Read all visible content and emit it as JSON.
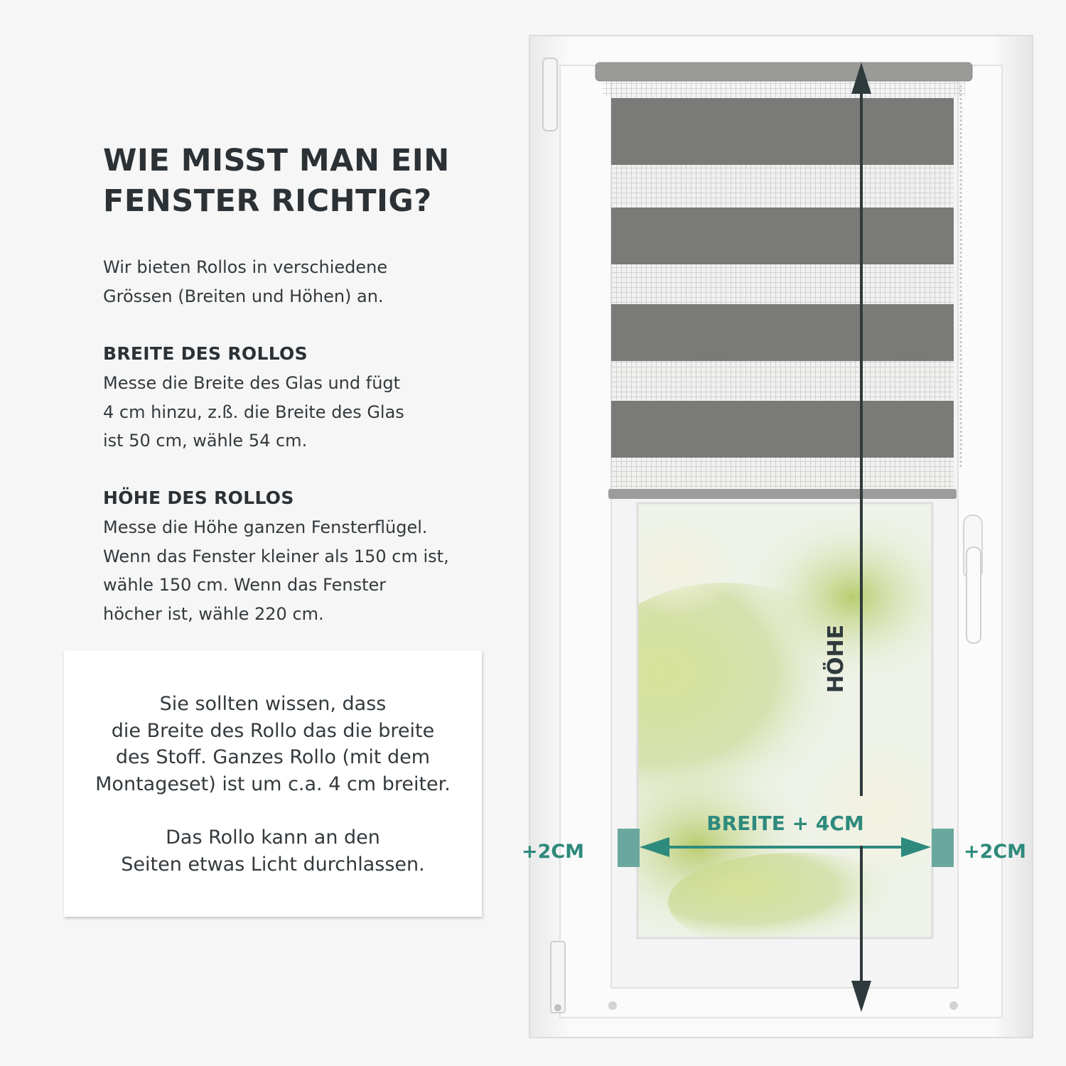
{
  "title": {
    "line1": "WIE MISST MAN EIN",
    "line2": "FENSTER RICHTIG?"
  },
  "intro": {
    "line1": "Wir bieten Rollos in verschiedene",
    "line2": "Grössen (Breiten und Höhen) an."
  },
  "width_section": {
    "heading": "BREITE DES ROLLOS",
    "line1": "Messe die Breite des Glas und fügt",
    "line2": "4 cm hinzu, z.ß. die Breite des Glas",
    "line3": "ist 50 cm, wähle 54 cm."
  },
  "height_section": {
    "heading": "HÖHE DES ROLLOS",
    "line1": "Messe die Höhe ganzen Fensterflügel.",
    "line2": "Wenn das Fenster kleiner als 150 cm ist,",
    "line3": "wähle 150 cm. Wenn das Fenster",
    "line4": "höcher ist, wähle 220 cm."
  },
  "note": {
    "p1_line1": "Sie sollten wissen, dass",
    "p1_line2": "die Breite des Rollo das die breite",
    "p1_line3": "des Stoff. Ganzes Rollo (mit dem",
    "p1_line4": "Montageset) ist um c.a. 4 cm breiter.",
    "p2_line1": "Das Rollo kann an den",
    "p2_line2": "Seiten etwas Licht durchlassen."
  },
  "diagram": {
    "height_label": "HÖHE",
    "width_label": "BREITE + 4CM",
    "left_margin_label": "+2CM",
    "right_margin_label": "+2CM"
  },
  "colors": {
    "accent_teal": "#2e8a7d",
    "arrow_dark": "#2f3a3c",
    "blind_stripe": "#7a7a78",
    "text_dark": "#2b3135"
  }
}
